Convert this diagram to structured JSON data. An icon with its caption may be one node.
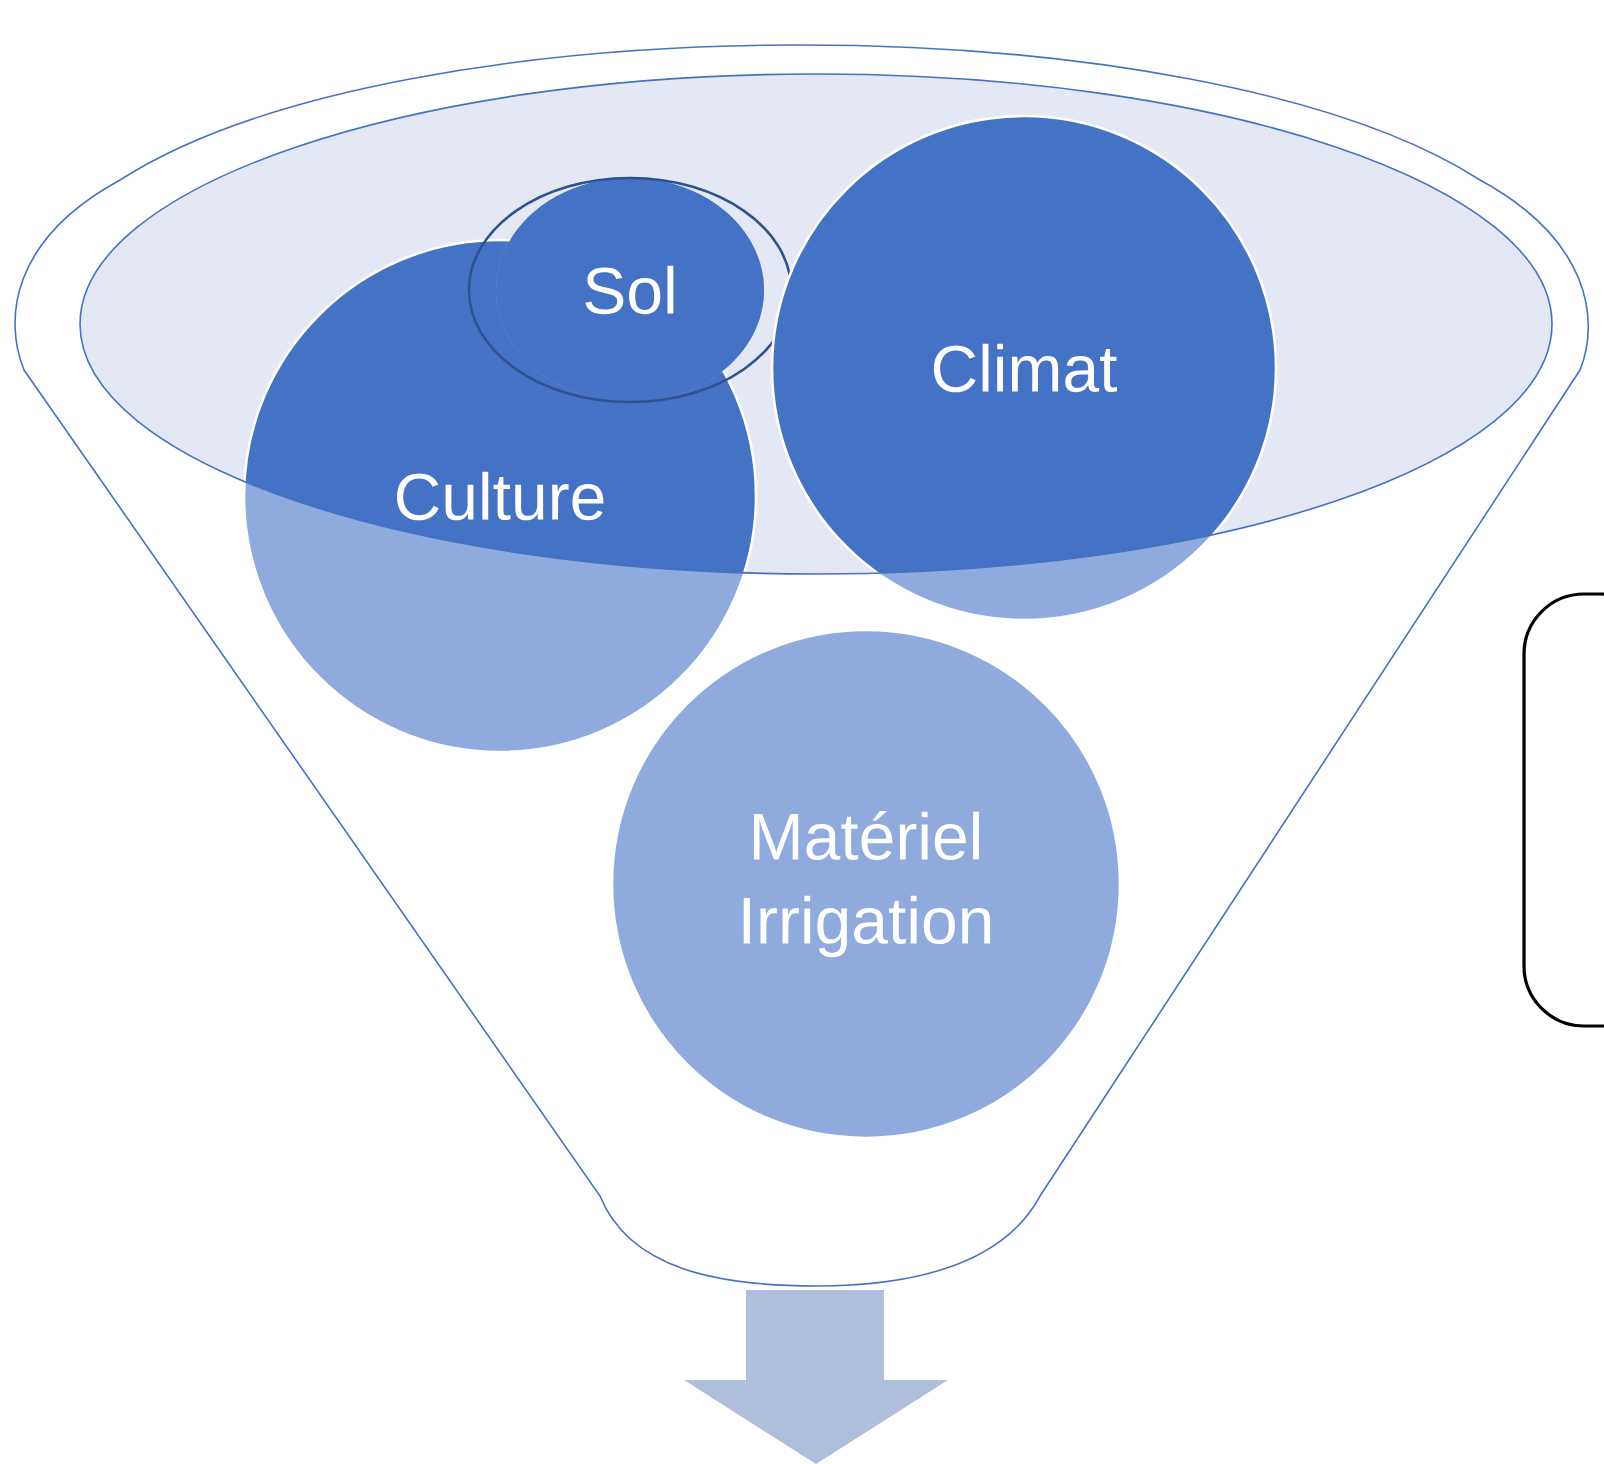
{
  "diagram": {
    "nodes": [
      {
        "text": [
          "Culture"
        ]
      },
      {
        "text": [
          "Sol"
        ]
      },
      {
        "text": [
          "Climat"
        ]
      },
      {
        "text": [
          "Matériel Irrigation"
        ]
      },
      {
        "text": [],
        "shape": "box"
      }
    ]
  }
}
